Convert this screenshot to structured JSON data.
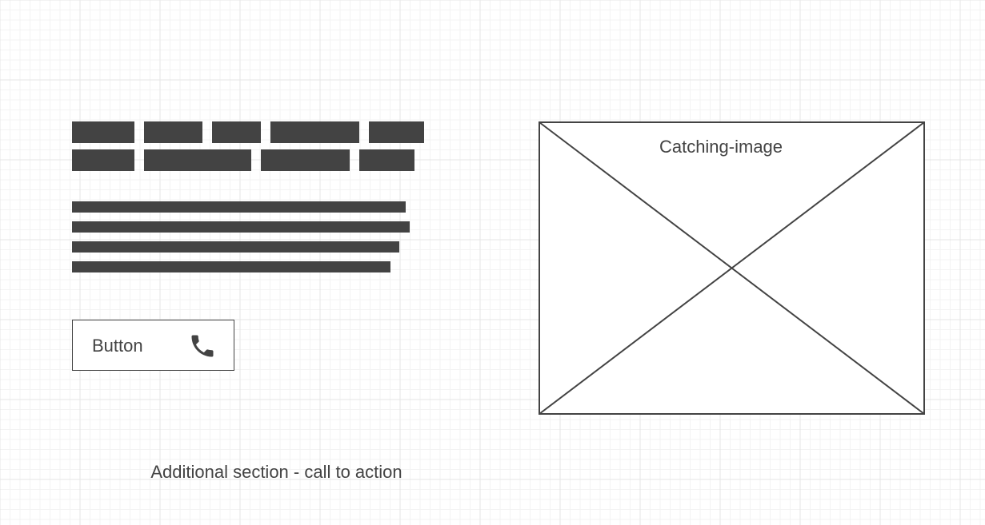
{
  "headline": {
    "blocks": [
      {},
      {},
      {},
      {},
      {},
      {},
      {},
      {},
      {}
    ]
  },
  "paragraph": {
    "lines": [
      {},
      {},
      {},
      {}
    ]
  },
  "button": {
    "label": "Button",
    "icon": "phone-icon"
  },
  "image_placeholder": {
    "label": "Catching-image"
  },
  "section_caption": "Additional section - call to action",
  "colors": {
    "ink": "#434343",
    "background": "#ffffff",
    "grid": "#e6e6e6"
  }
}
